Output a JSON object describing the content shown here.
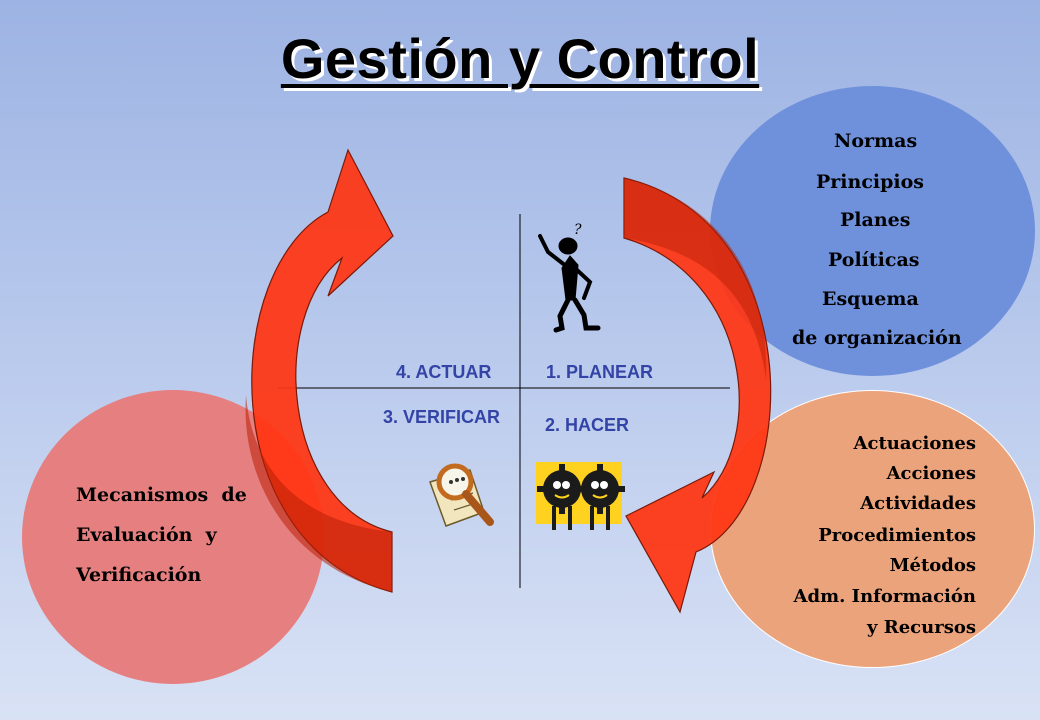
{
  "title": "Gestión y Control",
  "phases": {
    "actuar": "4. ACTUAR",
    "planear": "1. PLANEAR",
    "verificar": "3. VERIFICAR",
    "hacer": "2. HACER"
  },
  "planning_items": [
    "Normas",
    "Principios",
    "Planes",
    "Políticas",
    "Esquema",
    "de organización"
  ],
  "doing_items": [
    "Actuaciones",
    "Acciones",
    "Actividades",
    "Procedimientos",
    "Métodos",
    "Adm. Información",
    "y Recursos"
  ],
  "evaluation_items": [
    "Mecanismos  de",
    "Evaluación  y",
    "Verificación"
  ],
  "colors": {
    "arrow": "#ff3512",
    "arrow_outline": "#7a1a08",
    "circle_planning": "#6f91dc",
    "circle_doing": "#eba37c",
    "circle_evaluation": "#e67f7f",
    "phase_text": "#3344a6"
  }
}
